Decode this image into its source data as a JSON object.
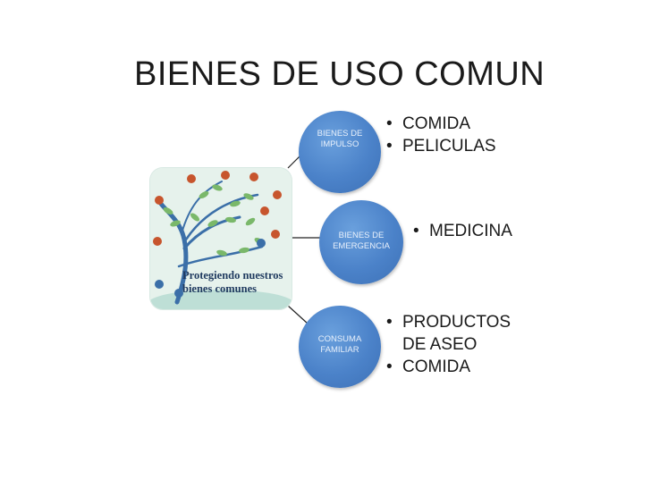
{
  "title": "BIENES DE USO COMUN",
  "image": {
    "caption": "Protegiendo nuestros\nbienes comunes"
  },
  "nodes": [
    {
      "label": "BIENES DE\nIMPULSO",
      "items": [
        "COMIDA",
        "PELICULAS"
      ]
    },
    {
      "label": "BIENES DE\nEMERGENCIA",
      "items": [
        "MEDICINA"
      ]
    },
    {
      "label": "CONSUMA\nFAMILIAR",
      "items": [
        "PRODUCTOS\nDE ASEO",
        "COMIDA"
      ]
    }
  ],
  "colors": {
    "node_fill": "#4b82c9",
    "text": "#1a1a1a"
  }
}
